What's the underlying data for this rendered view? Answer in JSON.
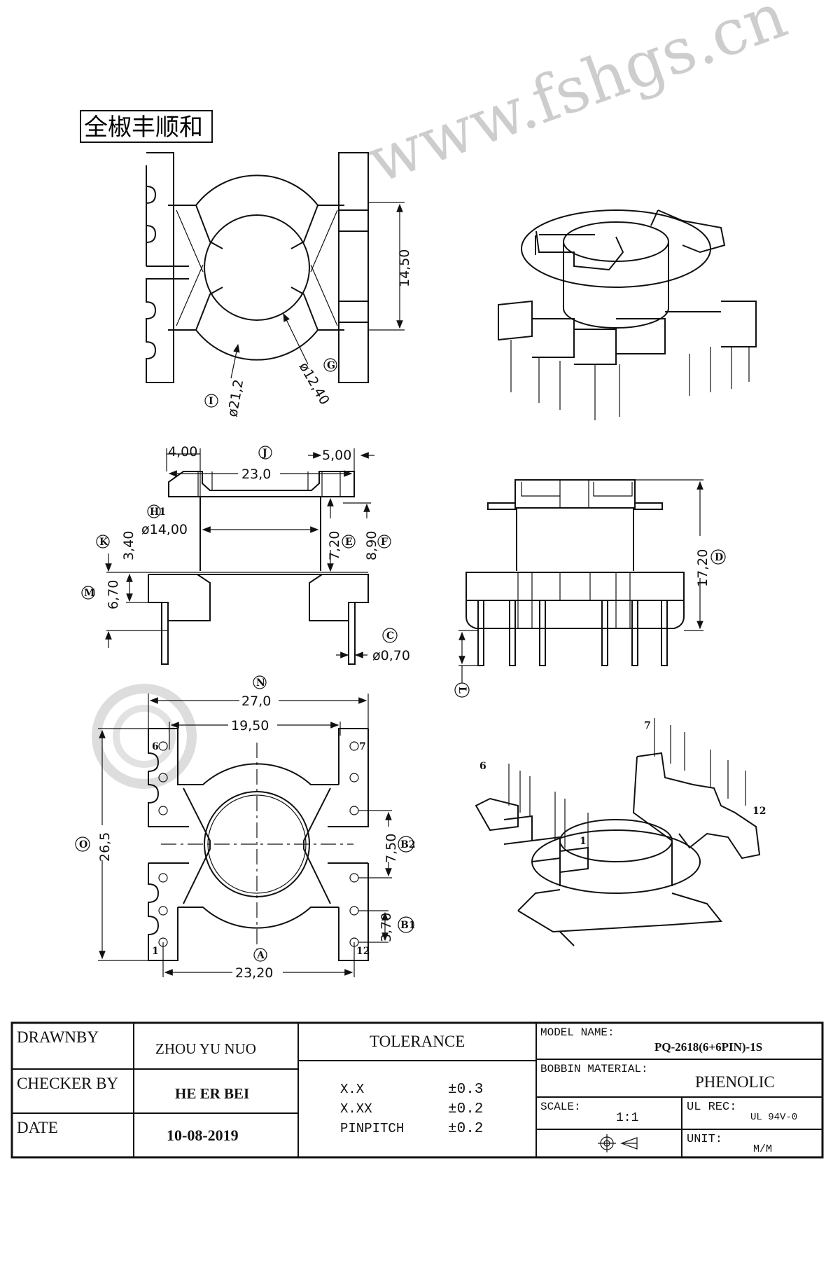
{
  "company_title": "全椒丰顺和",
  "watermark": "www.fshgs.cn",
  "top_view": {
    "dim_height": "14,50",
    "dim_outer_dia": "ø21,2",
    "dim_inner_dia": "ø12,40",
    "tag_outer": "I",
    "tag_inner": "G"
  },
  "side_view_left": {
    "dim_left_flange": "4,00",
    "dim_right_flange": "5,00",
    "dim_width": "23,0",
    "tag_width": "J",
    "dim_tube_dia": "ø14,00",
    "tag_tube": "H1",
    "dim_k": "3,40",
    "tag_k": "K",
    "dim_m": "6,70",
    "tag_m": "M",
    "dim_e": "7,20",
    "tag_e": "E",
    "dim_f": "8,90",
    "tag_f": "F",
    "dim_pin": "ø0,70",
    "tag_pin": "C"
  },
  "side_view_right": {
    "dim_height": "17,20",
    "tag_height": "D",
    "tag_pin_len": "L"
  },
  "bottom_view": {
    "dim_overall": "27,0",
    "tag_overall": "N",
    "dim_inner": "19,50",
    "dim_height": "26,5",
    "tag_height": "O",
    "dim_row_pitch": "7,50",
    "tag_row_pitch": "B2",
    "dim_pin_pitch": "3,70",
    "tag_pin_pitch": "B1",
    "dim_pin_span": "23,20",
    "tag_pin_span": "A",
    "pin_labels": [
      "6",
      "7",
      "1",
      "12"
    ]
  },
  "iso_view_bottom": {
    "pin_labels": [
      "6",
      "7",
      "1",
      "12"
    ]
  },
  "title_block": {
    "drawn_by_label": "DRAWNBY",
    "drawn_by": "ZHOU YU NUO",
    "checker_label": "CHECKER BY",
    "checker": "HE ER BEI",
    "date_label": "DATE",
    "date": "10-08-2019",
    "tolerance_label": "TOLERANCE",
    "tolerances": [
      {
        "name": "X.X",
        "value": "±0.3"
      },
      {
        "name": "X.XX",
        "value": "±0.2"
      },
      {
        "name": "PINPITCH",
        "value": "±0.2"
      }
    ],
    "model_label": "MODEL NAME:",
    "model": "PQ-2618(6+6PIN)-1S",
    "material_label": "BOBBIN MATERIAL:",
    "material": "PHENOLIC",
    "scale_label": "SCALE:",
    "scale": "1:1",
    "ul_label": "UL REC:",
    "ul": "UL 94V-0",
    "unit_label": "UNIT:",
    "unit": "M/M"
  }
}
